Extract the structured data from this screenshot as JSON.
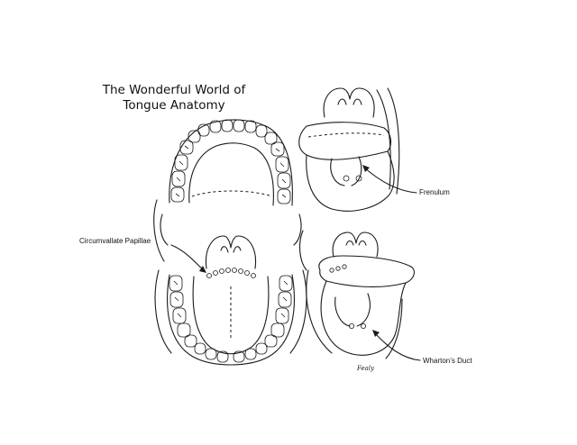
{
  "title": {
    "line1": "The Wonderful World of",
    "line2": "Tongue Anatomy"
  },
  "labels": {
    "frenulum": "Frenulum",
    "circumvallate": "Circumvallate Papillae",
    "wharton": "Wharton’s Duct"
  },
  "signature": "Fealy",
  "colors": {
    "ink": "#1a1a1a",
    "background": "#ffffff"
  }
}
